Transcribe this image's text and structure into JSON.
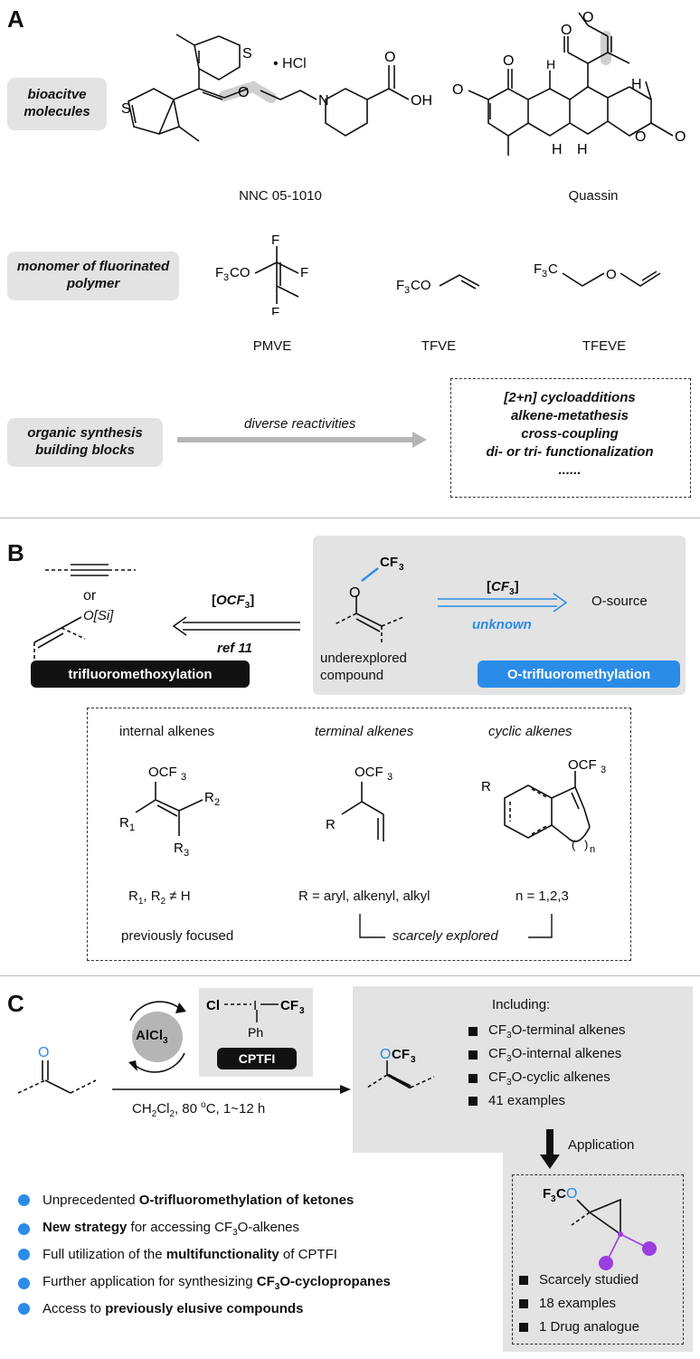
{
  "section_a": {
    "letter": "A",
    "row1_label": "bioacitve molecules",
    "hcl": "• HCl",
    "mol1_name": "NNC 05-1010",
    "mol2_name": "Quassin",
    "row2_label": "monomer of fluorinated polymer",
    "pmve": "PMVE",
    "tfve": "TFVE",
    "tfeve": "TFEVE",
    "row3_label": "organic synthesis building blocks",
    "arrow_label": "diverse reactivities",
    "reactivities": [
      "[2+n] cycloadditions",
      "alkene-metathesis",
      "cross-coupling",
      "di- or tri- functionalization",
      "......"
    ]
  },
  "section_b": {
    "letter": "B",
    "or": "or",
    "osi": "O[Si]",
    "ocf3_bracket": "[OCF3]",
    "ref": "ref 11",
    "cf3_bracket": "[CF3]",
    "unknown": "unknown",
    "osource": "O-source",
    "underexplored": "underexplored compound",
    "trifluoromethoxylation": "trifluoromethoxylation",
    "o_trifluoromethylation": "O-trifluoromethylation",
    "types": [
      "internal alkenes",
      "terminal alkenes",
      "cyclic alkenes"
    ],
    "cond_internal": "R1, R2 ≠ H",
    "cond_terminal": "R = aryl, alkenyl, alkyl",
    "cond_cyclic": "n = 1,2,3",
    "previously_focused": "previously focused",
    "scarcely_explored": "scarcely explored"
  },
  "section_c": {
    "letter": "C",
    "alcl3": "AlCl3",
    "cptfi": "CPTFI",
    "conditions": "CH2Cl2, 80 °C, 1~12 h",
    "including": "Including:",
    "product_items": [
      "CF3O-terminal alkenes",
      "CF3O-internal alkenes",
      "CF3O-cyclic alkenes",
      "41 examples"
    ],
    "application": "Application",
    "cyclopropane_items": [
      "Scarcely studied",
      "18 examples",
      "1 Drug analogue"
    ],
    "bullets": [
      {
        "pre": "Unprecedented ",
        "bold": "O-trifluoromethylation of ketones",
        "post": ""
      },
      {
        "pre": "",
        "bold": "New strategy",
        "post": " for accessing CF3O-alkenes"
      },
      {
        "pre": "Full utilization of the ",
        "bold": "multifunctionality",
        "post": " of CPTFI"
      },
      {
        "pre": "Further application for synthesizing ",
        "bold": "CF3O-cyclopropanes",
        "post": ""
      },
      {
        "pre": "Access to ",
        "bold": "previously elusive compounds",
        "post": ""
      }
    ]
  },
  "colors": {
    "blue": "#2b8ce8",
    "gray_box": "#e3e3e3",
    "purple": "#9b3ee0",
    "black": "#111111"
  }
}
